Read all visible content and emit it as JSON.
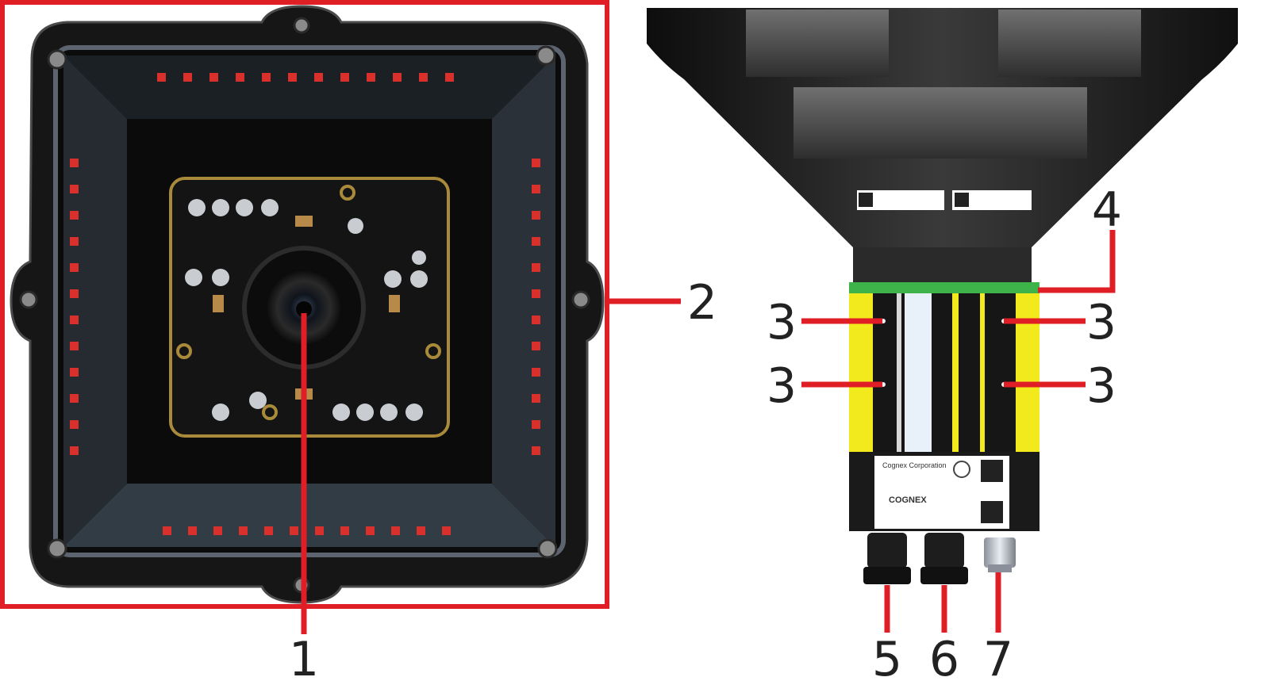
{
  "colors": {
    "leader": "#e01e25",
    "housing": "#1b1b1b",
    "indicator_yellow": "#f2ea1c",
    "led_red": "#d9302c",
    "board_gold": "#a88a3a",
    "label_white": "#ffffff"
  },
  "callouts": {
    "c1": "1",
    "c2": "2",
    "c3a": "3",
    "c3b": "3",
    "c3c": "3",
    "c3d": "3",
    "c4": "4",
    "c5": "5",
    "c6": "6",
    "c7": "7"
  },
  "product_label": {
    "company": "Cognex Corporation",
    "brand": "COGNEX"
  }
}
